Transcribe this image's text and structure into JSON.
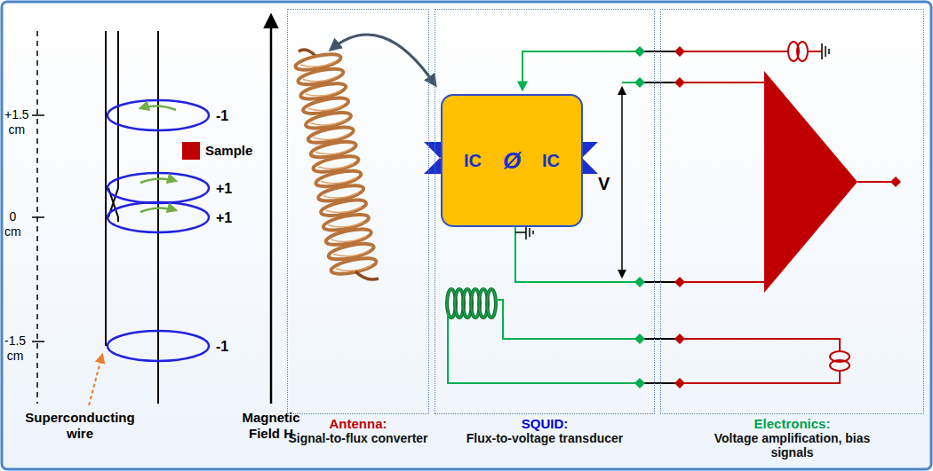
{
  "diagram": {
    "nodes": [
      {
        "text": [
          "Antenna:",
          "Signal-to-flux converter"
        ]
      },
      {
        "text": [
          "SQUID:",
          "Flux-to-voltage transducer"
        ]
      },
      {
        "text": [
          "IC",
          "Ø",
          "IC"
        ],
        "in": 1
      },
      {
        "text": [
          "Electronics:",
          "Voltage amplification, bias signals"
        ]
      }
    ],
    "labels": [
      "+1.5 cm",
      "0 cm",
      "-1.5 cm",
      "-1",
      "+1",
      "+1",
      "-1",
      "Sample",
      "Superconducting wire",
      "Magnetic Field H",
      "V"
    ]
  }
}
